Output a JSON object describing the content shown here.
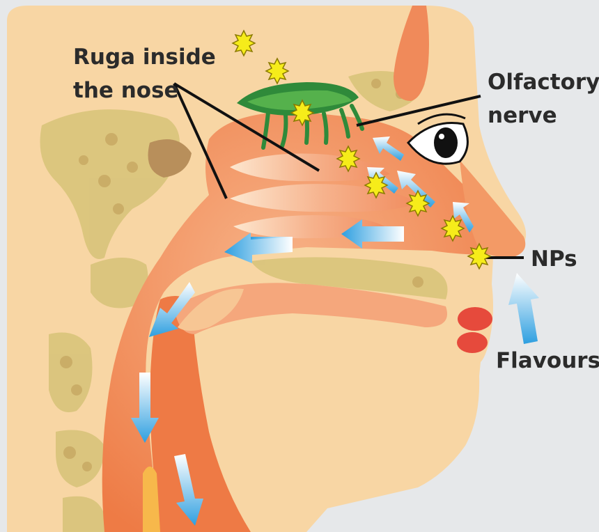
{
  "labels": {
    "ruga_line1": "Ruga inside",
    "ruga_line2": "the nose",
    "olfactory_line1": "Olfactory",
    "olfactory_line2": "nerve",
    "nps": "NPs",
    "flavours": "Flavours"
  },
  "colors": {
    "background": "#e6e8ea",
    "head_light": "#f8d6a4",
    "tissue": "#f39a66",
    "tissue_dark": "#ee7a45",
    "bone": "#d8c47a",
    "nerve": "#2f8a3a",
    "particle": "#f6ec1a",
    "arrow": "#3fa9e4",
    "lips": "#e64a3c"
  }
}
